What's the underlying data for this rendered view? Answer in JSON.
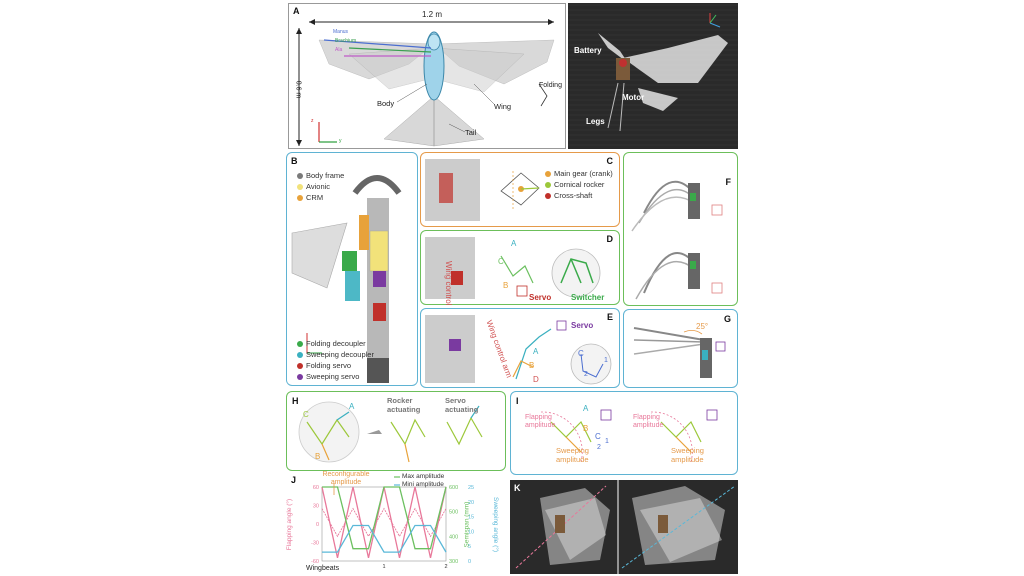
{
  "panelA": {
    "label": "A",
    "span_label": "1.2 m",
    "height_label": "0.6 m",
    "feather_labels": [
      "Manus",
      "Brachium",
      "Ala"
    ],
    "body_label": "Body",
    "wing_label": "Wing",
    "tail_label": "Tail",
    "folding_label": "Folding",
    "axis_z": "z",
    "axis_y": "y"
  },
  "photoA": {
    "battery": "Battery",
    "motor": "Motor",
    "legs": "Legs"
  },
  "panelB": {
    "label": "B",
    "legend_top": [
      {
        "name": "Body frame",
        "color": "#7a7a7a"
      },
      {
        "name": "Avionic",
        "color": "#f2e27a"
      },
      {
        "name": "CRM",
        "color": "#e8a23a"
      }
    ],
    "legend_bottom": [
      {
        "name": "Folding decoupler",
        "color": "#3aaa4a"
      },
      {
        "name": "Sweeping decoupler",
        "color": "#3ab0c0"
      },
      {
        "name": "Folding servo",
        "color": "#c0302a"
      },
      {
        "name": "Sweeping servo",
        "color": "#7a3aa0"
      }
    ]
  },
  "panelC": {
    "label": "C",
    "legend": [
      {
        "name": "Main gear (crank)",
        "color": "#e8a23a"
      },
      {
        "name": "Cornical rocker",
        "color": "#9cc83a"
      },
      {
        "name": "Cross-shaft",
        "color": "#c0302a"
      }
    ]
  },
  "panelD": {
    "label": "D",
    "arm": "Wing control arm",
    "a": "A",
    "b": "B",
    "c": "C",
    "servo": "Servo",
    "switcher": "Switcher"
  },
  "panelE": {
    "label": "E",
    "arm": "Wing control arm",
    "servo": "Servo",
    "a": "A",
    "b": "B",
    "c": "C",
    "d": "D",
    "n1": "1",
    "n2": "2"
  },
  "panelF": {
    "label": "F"
  },
  "panelG": {
    "label": "G",
    "angle": "25°"
  },
  "panelH": {
    "label": "H",
    "rocker": "Rocker actuating",
    "servo": "Servo actuating",
    "a": "A",
    "b": "B",
    "c": "C"
  },
  "panelI": {
    "label": "I",
    "flapping": "Flapping amplitude",
    "sweeping": "Sweeping amplitude",
    "a": "A",
    "b": "B",
    "c": "C",
    "n1": "1",
    "n2": "2"
  },
  "panelJ": {
    "label": "J",
    "reconfig": "Reconfigurable amplitude",
    "xlabel": "Wingbeats",
    "ylabel_left": "Flapping angle (°)",
    "ylabel_mid": "Semispan (mm)",
    "ylabel_right": "Sweeping angle (°)"
  },
  "panelK": {
    "label": "K"
  },
  "colors": {
    "blue_frame": "#5fb3d3",
    "orange_frame": "#e59a4a",
    "green_frame": "#6cbf5a",
    "pink": "#e8789a",
    "green": "#6cc060",
    "cyan": "#5ab8d8"
  },
  "chart_data": {
    "type": "line",
    "title": "",
    "xlabel": "Wingbeats",
    "x_ticks": [
      "1",
      "2"
    ],
    "x": [
      0,
      0.25,
      0.5,
      0.75,
      1.0,
      1.25,
      1.5,
      1.75,
      2.0
    ],
    "ylim_left": [
      -60,
      60
    ],
    "yticks_left": [
      -60,
      -30,
      0,
      30,
      60
    ],
    "ylim_mid": [
      300,
      600
    ],
    "yticks_mid": [
      300,
      400,
      500,
      600
    ],
    "ylim_right": [
      0,
      25
    ],
    "yticks_right": [
      0,
      5,
      10,
      15,
      20,
      25
    ],
    "legend": [
      "Max amplitude",
      "Mini amplitude"
    ],
    "annotation": "Reconfigurable amplitude",
    "series": [
      {
        "name": "Max amplitude",
        "axis": "left",
        "values": [
          60,
          -55,
          60,
          -55,
          60,
          -55,
          60,
          -55,
          60
        ]
      },
      {
        "name": "Mini amplitude",
        "axis": "left",
        "values": [
          25,
          -20,
          25,
          -20,
          25,
          -20,
          25,
          -20,
          25
        ]
      },
      {
        "axis": "mid",
        "values": [
          600,
          600,
          350,
          350,
          600,
          600,
          350,
          350,
          600
        ]
      },
      {
        "axis": "right",
        "values": [
          3,
          3,
          12,
          12,
          3,
          3,
          12,
          12,
          3
        ]
      }
    ]
  }
}
